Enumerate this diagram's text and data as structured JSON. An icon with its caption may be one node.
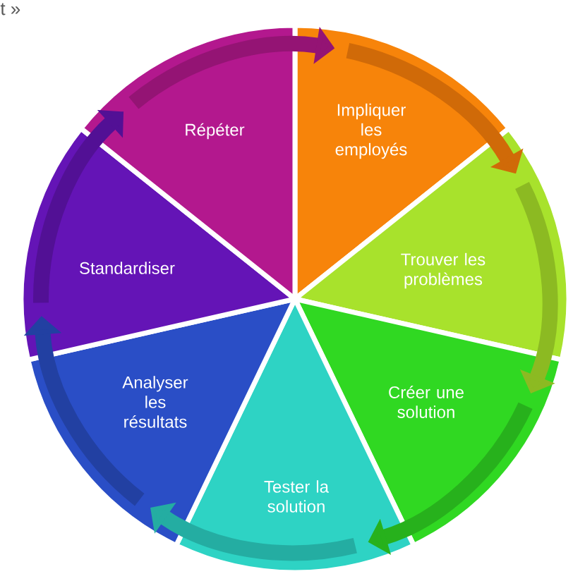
{
  "diagram": {
    "nodes": [
      {
        "text": [
          "Impliquer les employés"
        ]
      },
      {
        "text": [
          "Trouver les problèmes"
        ]
      },
      {
        "text": [
          "Créer une solution"
        ]
      },
      {
        "text": [
          "Tester la solution"
        ]
      },
      {
        "text": [
          "Analyser les résultats"
        ]
      },
      {
        "text": [
          "Standardiser"
        ]
      },
      {
        "text": [
          "Répéter"
        ]
      }
    ],
    "edges": [
      {
        "from": 0,
        "to": 1,
        "arrow": "to",
        "color": "#d06a08"
      },
      {
        "from": 1,
        "to": 2,
        "arrow": "to",
        "color": "#8cba22"
      },
      {
        "from": 2,
        "to": 3,
        "arrow": "to",
        "color": "#27b11c"
      },
      {
        "from": 3,
        "to": 4,
        "arrow": "to",
        "color": "#24ada2"
      },
      {
        "from": 4,
        "to": 5,
        "arrow": "to",
        "color": "#2240a2"
      },
      {
        "from": 5,
        "to": 6,
        "arrow": "to",
        "color": "#521095"
      },
      {
        "from": 6,
        "to": 0,
        "arrow": "to",
        "color": "#941474"
      }
    ],
    "labels": [
      "t »"
    ]
  }
}
